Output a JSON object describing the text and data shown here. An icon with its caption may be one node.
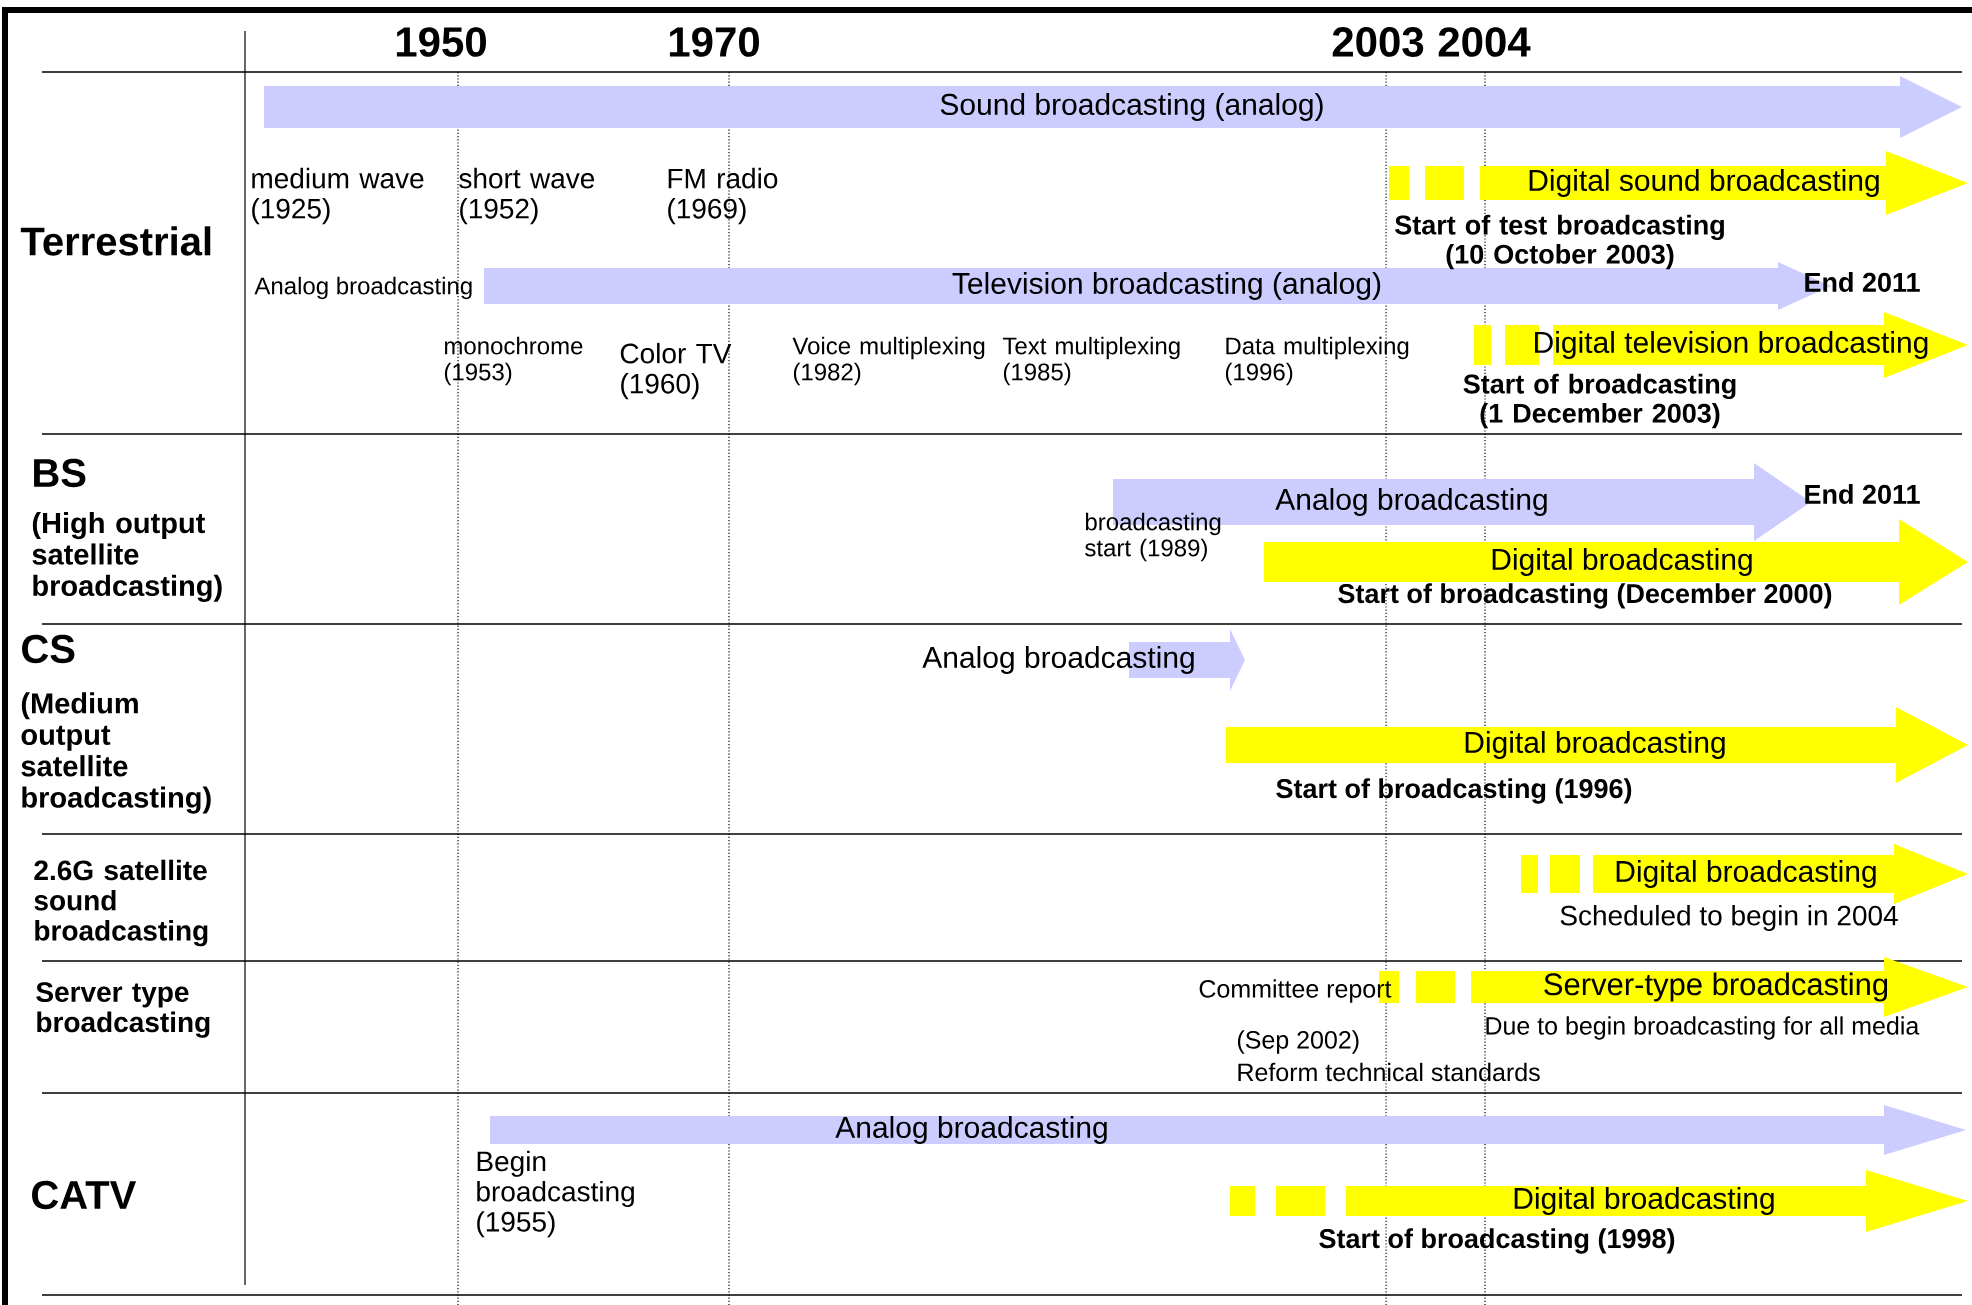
{
  "diagram": {
    "nodes": [
      {
        "text": [
          "Sound broadcasting (analog)"
        ]
      },
      {
        "text": [
          "Digital sound broadcasting"
        ],
        "beside": [
          "Start of test broadcasting (10 October 2003)"
        ]
      },
      {
        "text": [
          "Television broadcasting (analog)"
        ],
        "beside": [
          "End 2011"
        ]
      },
      {
        "text": [
          "Digital television broadcasting"
        ],
        "beside": [
          "Start of broadcasting (1 December 2003)"
        ]
      },
      {
        "text": [
          "Analog broadcasting"
        ],
        "beside": [
          "End 2011"
        ]
      },
      {
        "text": [
          "Digital broadcasting"
        ],
        "beside": [
          "Start of broadcasting (December 2000)"
        ]
      },
      {
        "text": [
          "Analog broadcasting"
        ]
      },
      {
        "text": [
          "Digital broadcasting"
        ],
        "beside": [
          "Start of broadcasting (1996)"
        ]
      },
      {
        "text": [
          "Digital broadcasting"
        ],
        "beside": [
          "Scheduled to begin in 2004"
        ]
      },
      {
        "text": [
          "Server-type broadcasting"
        ],
        "beside": [
          "Due to begin broadcasting for all media"
        ]
      },
      {
        "text": [
          "Analog broadcasting"
        ]
      },
      {
        "text": [
          "Digital broadcasting"
        ],
        "beside": [
          "Start of broadcasting (1998)"
        ]
      }
    ],
    "labels": [
      "1950",
      "1970",
      "2003",
      "2004",
      "Terrestrial",
      "medium wave (1925)",
      "short wave (1952)",
      "FM radio (1969)",
      "Analog broadcasting",
      "monochrome (1953)",
      "Color TV (1960)",
      "Voice multiplexing (1982)",
      "Text multiplexing (1985)",
      "Data multiplexing (1996)",
      "BS",
      "(High output satellite broadcasting)",
      "broadcasting start (1989)",
      "CS",
      "(Medium output satellite broadcasting)",
      "2.6G satellite sound broadcasting",
      "Server type broadcasting",
      "Committee report",
      "(Sep 2002)",
      "Reform technical standards",
      "CATV",
      "Begin broadcasting (1955)"
    ]
  }
}
